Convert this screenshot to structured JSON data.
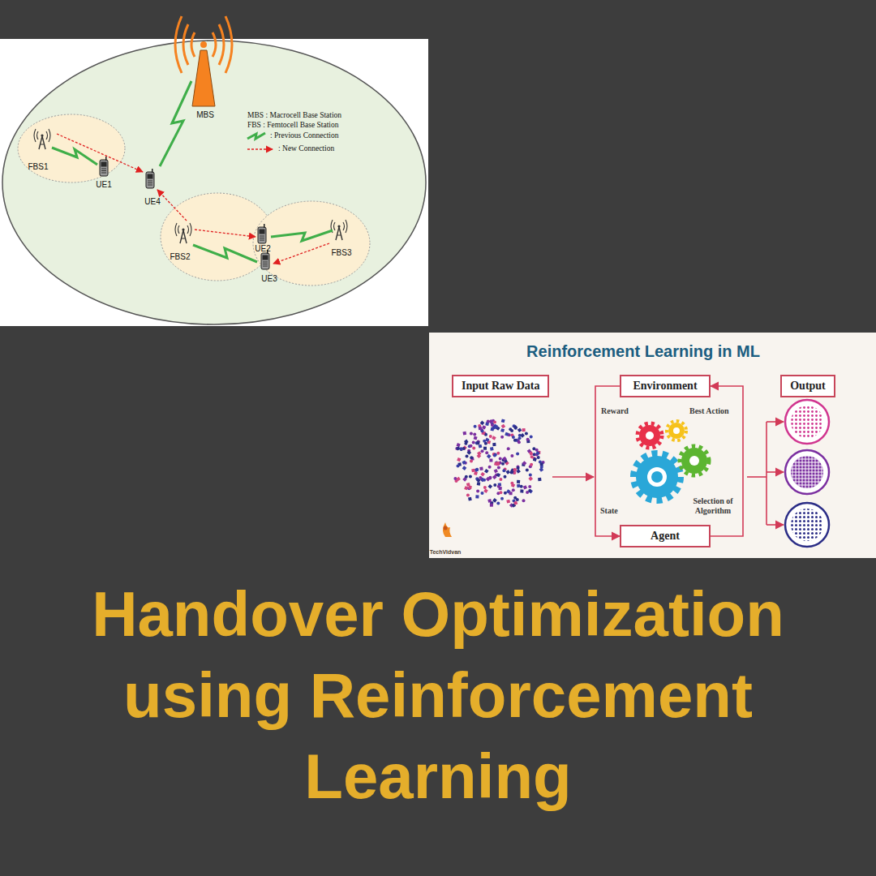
{
  "diagram": {
    "title": "Handover Optimization using Reinforcement Learning",
    "nodes": [
      {
        "text": [
          "Reinforcement Learning in ML"
        ]
      },
      {
        "text": [
          "Input Raw Data"
        ],
        "in": 0
      },
      {
        "text": [
          "Environment"
        ],
        "in": 0
      },
      {
        "text": [
          "Output"
        ],
        "in": 0
      },
      {
        "text": [
          "Agent"
        ],
        "in": 0
      }
    ],
    "edges": [
      {
        "from": 2,
        "to": 4,
        "arrow": "to",
        "label": "Reward"
      },
      {
        "from": 4,
        "to": 2,
        "arrow": "to",
        "label": "Best Action"
      }
    ],
    "labels": [
      "MBS",
      "FBS1",
      "UE1",
      "UE4",
      "FBS2",
      "UE2",
      "UE3",
      "FBS3",
      "State",
      "Selection of Algorithm",
      "TechVidvan"
    ],
    "legend": [
      {
        "text": "MBS : Macrocell Base Station"
      },
      {
        "text": "FBS : Femtocell Base Station"
      },
      {
        "text": ": Previous Connection"
      },
      {
        "text": ": New Connection"
      }
    ]
  }
}
